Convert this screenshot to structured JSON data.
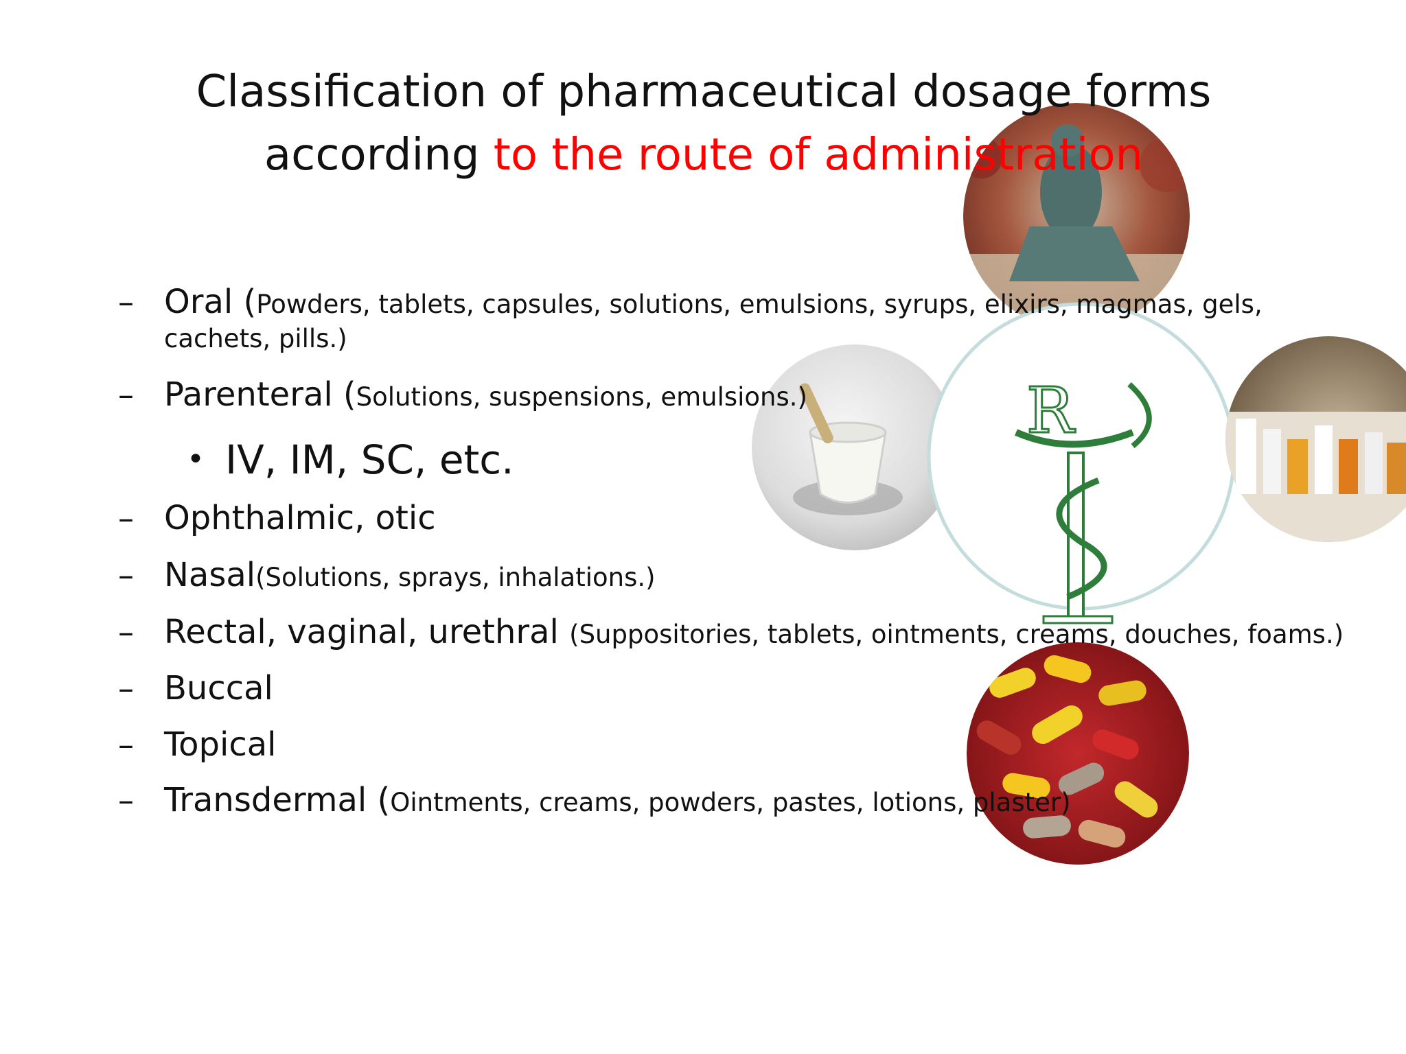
{
  "slide": {
    "title_line1": "Classification of pharmaceutical dosage forms",
    "title_line2_plain": "according ",
    "title_line2_accent": "to the route of administration",
    "accent_color": "#ff0000",
    "items": [
      {
        "main": "Oral (",
        "detail": "Powders, tablets, capsules, solutions, emulsions, syrups, elixirs, magmas, gels,",
        "wrap": "cachets, pills.)"
      },
      {
        "main": "Parenteral (",
        "detail": "Solutions, suspensions, emulsions.)"
      },
      {
        "main": "Ophthalmic, otic",
        "detail": ""
      },
      {
        "main": "Nasal",
        "detail": "(Solutions, sprays, inhalations.)"
      },
      {
        "main": "Rectal, vaginal, urethral ",
        "detail": "(Suppositories, tablets, ointments, creams, douches, foams.)"
      },
      {
        "main": "Buccal",
        "detail": ""
      },
      {
        "main": "Topical",
        "detail": ""
      },
      {
        "main": "Transdermal (",
        "detail": "Ointments, creams, powders, pastes, lotions, plaster)"
      }
    ],
    "sub_item": "IV, IM, SC, etc.",
    "dash_glyph": "–",
    "bullet_glyph": "•"
  },
  "images": [
    {
      "name": "statue-photo",
      "icon": "seated-figure-statue"
    },
    {
      "name": "mortar-pestle-photo",
      "icon": "mortar-and-pestle"
    },
    {
      "name": "rx-snake-emblem",
      "icon": "rx-bowl-of-hygieia-symbol",
      "color": "#2e7d3a"
    },
    {
      "name": "pharmacy-shelf-photo",
      "icon": "medicine-bottles"
    },
    {
      "name": "capsules-photo",
      "icon": "red-yellow-capsules"
    }
  ]
}
